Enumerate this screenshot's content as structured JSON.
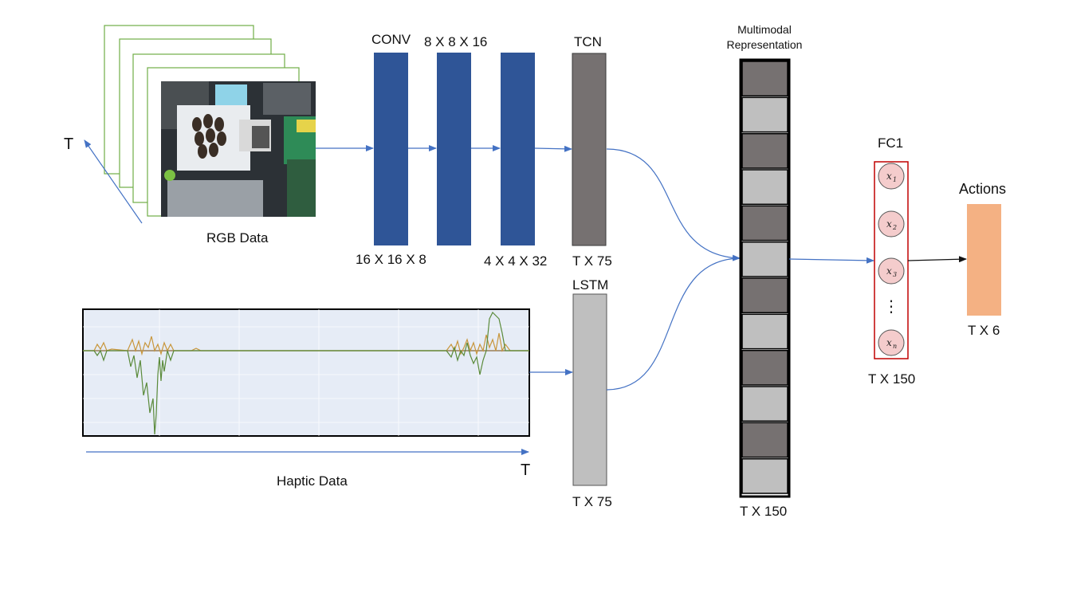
{
  "rgb": {
    "label": "RGB Data",
    "time_label": "T",
    "frame_color": "#70ad47"
  },
  "conv": {
    "title": "CONV",
    "dims": [
      "16 X 16 X 8",
      "8 X 8 X 16",
      "4 X 4 X 32"
    ],
    "color": "#2f5597"
  },
  "tcn": {
    "title": "TCN",
    "dim": "T X 75",
    "color": "#767171"
  },
  "lstm": {
    "title": "LSTM",
    "dim": "T X 75",
    "color": "#bfbfbf"
  },
  "haptic": {
    "label": "Haptic Data",
    "time_label": "T",
    "series_colors": [
      "#c8963c",
      "#5a8a3a",
      "#8a6a3a"
    ]
  },
  "multimodal": {
    "title_line1": "Multimodal",
    "title_line2": "Representation",
    "dim": "T X 150",
    "cell_colors": [
      "#767171",
      "#bfbfbf",
      "#767171",
      "#bfbfbf",
      "#767171",
      "#bfbfbf",
      "#767171",
      "#bfbfbf",
      "#767171",
      "#bfbfbf",
      "#767171",
      "#bfbfbf"
    ]
  },
  "fc1": {
    "title": "FC1",
    "dim": "T X 150",
    "nodes": [
      "x",
      "x",
      "x",
      "x"
    ],
    "subscripts": [
      "1",
      "2",
      "3",
      "n"
    ],
    "ellipsis": "⋮",
    "node_fill": "#f4cccc",
    "border_color": "#c00000"
  },
  "actions": {
    "title": "Actions",
    "dim": "T X 6",
    "color": "#f4b183"
  },
  "arrow_color": "#4472c4"
}
